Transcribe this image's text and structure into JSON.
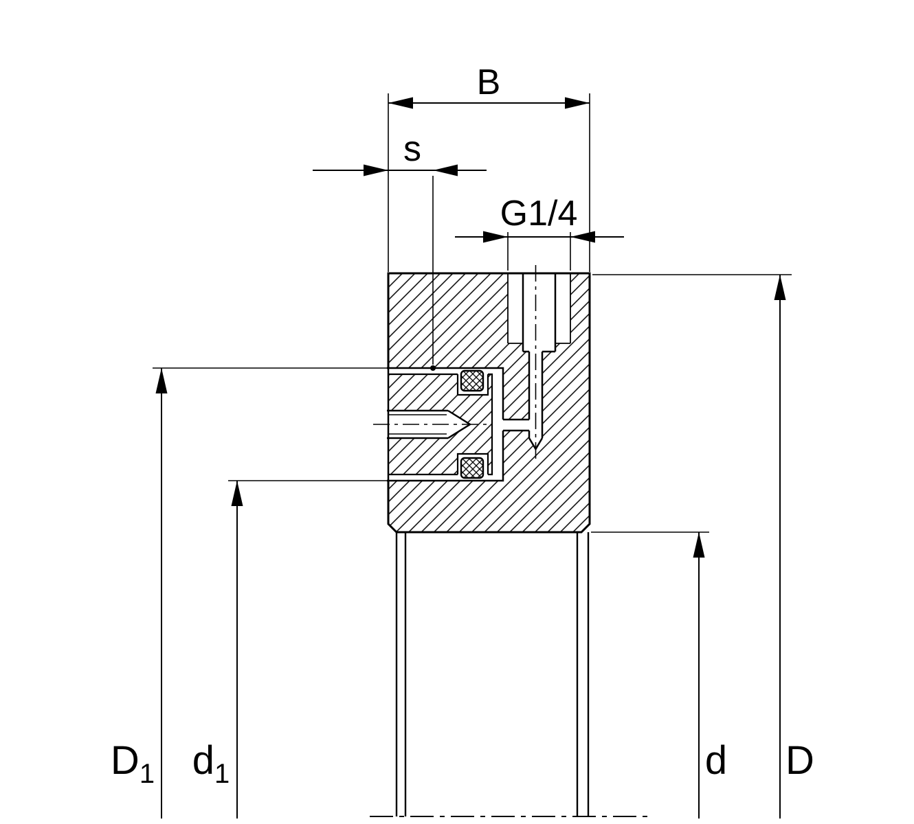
{
  "figure": {
    "background": "#ffffff",
    "line_color": "#000000"
  },
  "labels": {
    "B": "B",
    "s": "s",
    "G": "G1/4",
    "D1_main": "D",
    "D1_sub": "1",
    "d1_main": "d",
    "d1_sub": "1",
    "d": "d",
    "D": "D"
  }
}
